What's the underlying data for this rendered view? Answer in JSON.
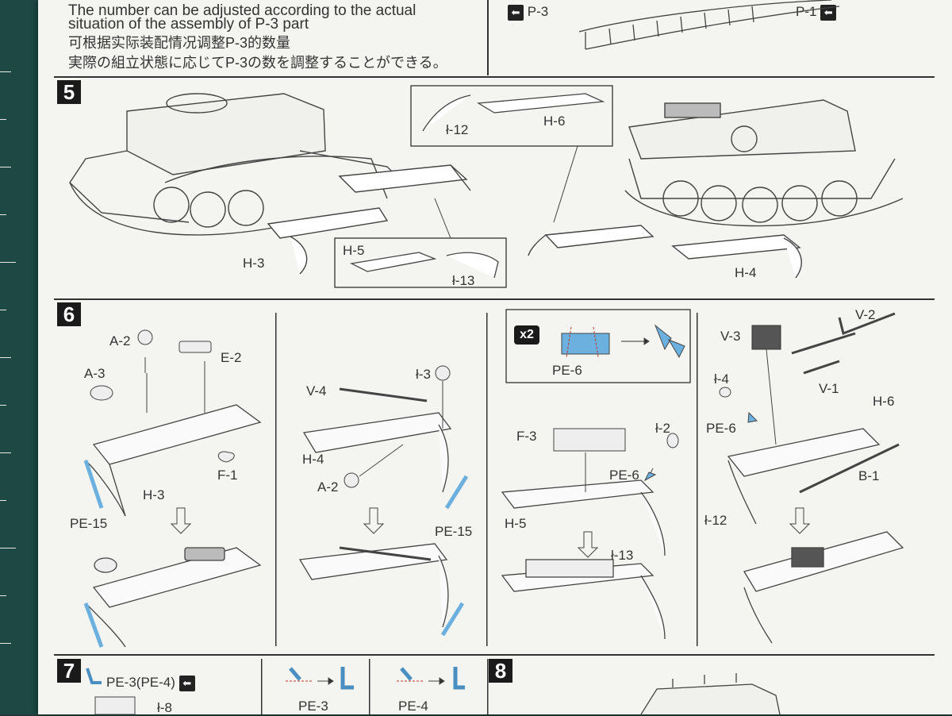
{
  "note": {
    "en_line1": "The number can be adjusted according to the actual",
    "en_line2": "situation of the  assembly of P-3 part",
    "zh": "可根据实际装配情况调整P-3的数量",
    "ja": "実際の組立状態に応じてP-3の数を調整することができる。"
  },
  "top_refs": {
    "left": "P-3",
    "right": "P-1"
  },
  "steps": {
    "s5": "5",
    "s6": "6",
    "s7": "7",
    "s8": "8"
  },
  "step5": {
    "h3": "H-3",
    "h4": "H-4",
    "h5": "H-5",
    "h6": "H-6",
    "i12": "ł-12",
    "i13": "ł-13"
  },
  "step6a": {
    "a2": "A-2",
    "a3": "A-3",
    "e2": "E-2",
    "f1": "F-1",
    "h3": "H-3",
    "pe15": "PE-15"
  },
  "step6b": {
    "v4": "V-4",
    "i3": "ł-3",
    "h4": "H-4",
    "a2": "A-2",
    "pe15": "PE-15"
  },
  "step6c": {
    "x2": "x2",
    "pe6_top": "PE-6",
    "f3": "F-3",
    "i2": "ł-2",
    "pe6": "PE-6",
    "h5": "H-5",
    "i13": "ł-13"
  },
  "step6d": {
    "v2": "V-2",
    "v3": "V-3",
    "i4": "ł-4",
    "v1": "V-1",
    "h6": "H-6",
    "pe6": "PE-6",
    "b1": "B-1",
    "i12": "ł-12"
  },
  "step7": {
    "pe34": "PE-3(PE-4)",
    "i8": "ł-8",
    "pe3": "PE-3",
    "pe4": "PE-4"
  },
  "colors": {
    "pe_blue": "#6cb0df",
    "ink": "#333333",
    "paper": "#f4f4f0"
  }
}
